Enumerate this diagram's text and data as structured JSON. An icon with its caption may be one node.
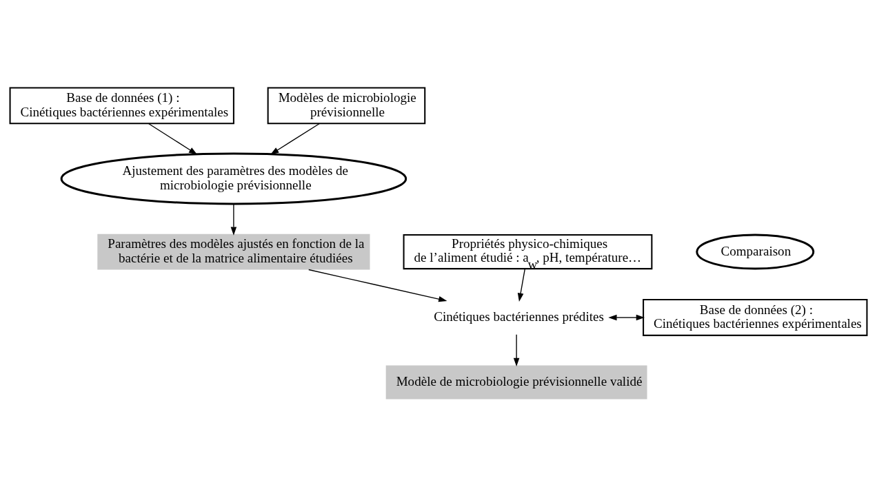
{
  "diagram": {
    "nodes": [
      {
        "text": [
          "Base de données (1) :",
          "Cinétiques bactériennes expérimentales"
        ]
      },
      {
        "text": [
          "Modèles de microbiologie prévisionnelle"
        ]
      },
      {
        "text": [
          "Ajustement des paramètres des modèles de microbiologie prévisionnelle"
        ]
      },
      {
        "text": [
          "Paramètres des modèles ajustés en fonction de la bactérie et de la matrice alimentaire étudiées"
        ]
      },
      {
        "text": [
          "Propriétés physico-chimiques",
          "de l’aliment étudié : a$_{w}$, pH, température…"
        ]
      },
      {
        "text": [
          "Cinétiques bactériennes prédites"
        ]
      },
      {
        "text": [
          "Comparaison"
        ]
      },
      {
        "text": [
          "Base de données (2) :",
          "Cinétiques bactériennes expérimentales"
        ]
      },
      {
        "text": [
          "Modèle de microbiologie prévisionnelle validé"
        ]
      }
    ],
    "edges": [
      {
        "from": 0,
        "to": 2,
        "arrow": "to"
      },
      {
        "from": 1,
        "to": 2,
        "arrow": "to"
      },
      {
        "from": 2,
        "to": 3,
        "arrow": "to"
      },
      {
        "from": 3,
        "to": 5,
        "arrow": "to"
      },
      {
        "from": 4,
        "to": 5,
        "arrow": "to"
      },
      {
        "from": 5,
        "to": 7,
        "arrow": "both"
      },
      {
        "from": 5,
        "to": 8,
        "arrow": "to"
      }
    ]
  }
}
